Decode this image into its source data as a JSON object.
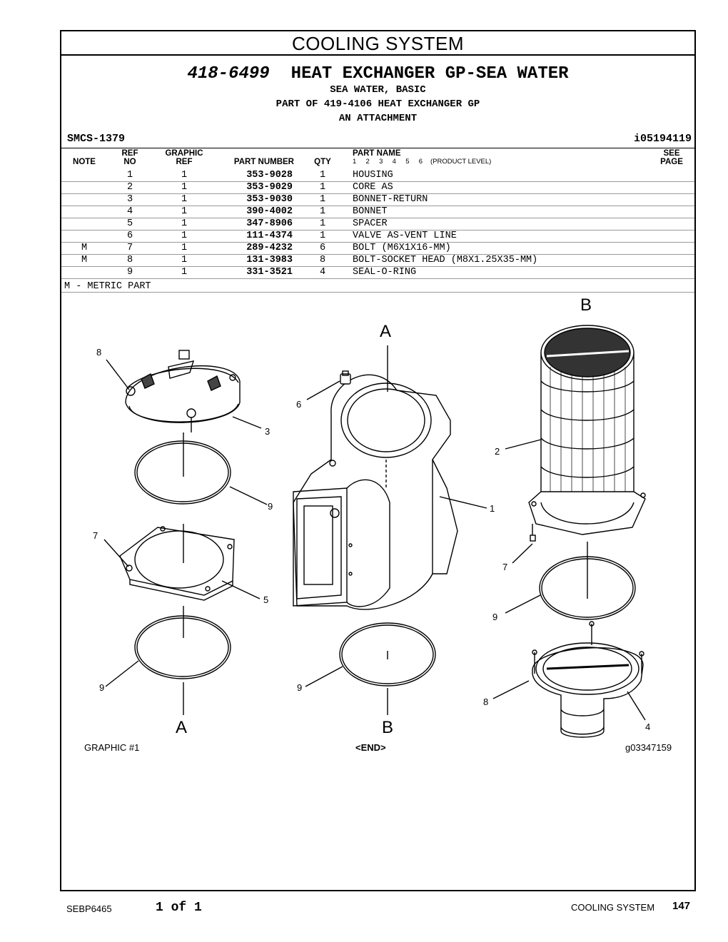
{
  "section_title": "COOLING SYSTEM",
  "group": {
    "number": "418-6499",
    "name": "HEAT EXCHANGER GP-SEA WATER",
    "sub1": "SEA WATER, BASIC",
    "sub2": "PART OF 419-4106 HEAT EXCHANGER GP",
    "sub3": "AN ATTACHMENT"
  },
  "smcs": "SMCS-1379",
  "illustration_id": "i05194119",
  "headers": {
    "note": "NOTE",
    "ref_top": "REF",
    "ref_bottom": "NO",
    "graphic_top": "GRAPHIC",
    "graphic_bottom": "REF",
    "part_number": "PART NUMBER",
    "qty": "QTY",
    "part_name": "PART NAME",
    "levels": "1  2  3  4  5  6",
    "product_level": "(PRODUCT LEVEL)",
    "see_top": "SEE",
    "see_bottom": "PAGE"
  },
  "parts": [
    {
      "note": "",
      "ref": "1",
      "graphic": "1",
      "pn": "353-9028",
      "qty": "1",
      "name": "HOUSING"
    },
    {
      "note": "",
      "ref": "2",
      "graphic": "1",
      "pn": "353-9029",
      "qty": "1",
      "name": "CORE AS"
    },
    {
      "note": "",
      "ref": "3",
      "graphic": "1",
      "pn": "353-9030",
      "qty": "1",
      "name": "BONNET-RETURN"
    },
    {
      "note": "",
      "ref": "4",
      "graphic": "1",
      "pn": "390-4002",
      "qty": "1",
      "name": "BONNET"
    },
    {
      "note": "",
      "ref": "5",
      "graphic": "1",
      "pn": "347-8906",
      "qty": "1",
      "name": "SPACER"
    },
    {
      "note": "",
      "ref": "6",
      "graphic": "1",
      "pn": "111-4374",
      "qty": "1",
      "name": "VALVE AS-VENT LINE"
    },
    {
      "note": "M",
      "ref": "7",
      "graphic": "1",
      "pn": "289-4232",
      "qty": "6",
      "name": "BOLT (M6X1X16-MM)"
    },
    {
      "note": "M",
      "ref": "8",
      "graphic": "1",
      "pn": "131-3983",
      "qty": "8",
      "name": "BOLT-SOCKET HEAD (M8X1.25X35-MM)"
    },
    {
      "note": "",
      "ref": "9",
      "graphic": "1",
      "pn": "331-3521",
      "qty": "4",
      "name": "SEAL-O-RING"
    }
  ],
  "footnote": "M - METRIC PART",
  "callouts": {
    "big_a_top": "A",
    "big_b_top": "B",
    "big_a_bottom": "A",
    "big_b_bottom": "B",
    "n8_left": "8",
    "n3": "3",
    "n9_left_1": "9",
    "n7_left": "7",
    "n5": "5",
    "n9_left_2": "9",
    "n6": "6",
    "n1": "1",
    "n9_mid": "9",
    "n2": "2",
    "n7_right": "7",
    "n9_right": "9",
    "n8_right": "8",
    "n4": "4"
  },
  "graphic_label": "GRAPHIC #1",
  "end_label": "<END>",
  "graphic_id": "g03347159",
  "footer": {
    "doc": "SEBP6465",
    "page_of": "1 of 1",
    "section": "COOLING SYSTEM",
    "page": "147"
  }
}
